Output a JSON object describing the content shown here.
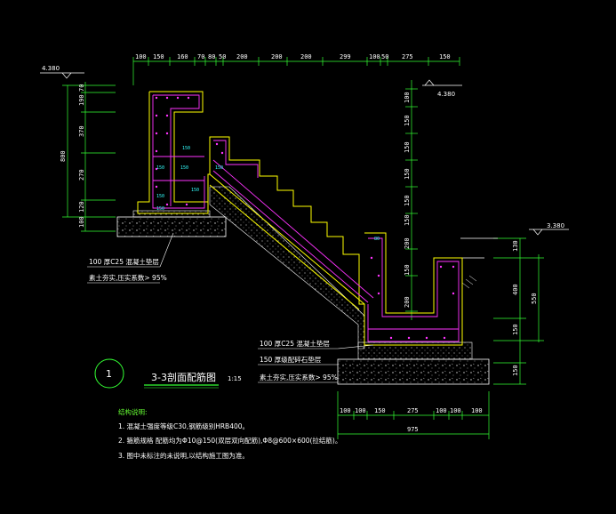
{
  "elevations": {
    "top_left": "4.380",
    "top_right": "4.380",
    "right_mid": "3.380"
  },
  "top_dims": [
    "100",
    "150",
    "160",
    "70",
    "80",
    "50",
    "200",
    "200",
    "200",
    "299",
    "100",
    "50",
    "275",
    "150"
  ],
  "bottom_dims": [
    "100",
    "100",
    "150",
    "275",
    "100",
    "100",
    "100"
  ],
  "bottom_total": "975",
  "left_dims": [
    "70",
    "190",
    "370",
    "270",
    "120",
    "100"
  ],
  "left_total": "800",
  "right_mid_dims": [
    "100",
    "150",
    "150",
    "150",
    "150",
    "150",
    "200",
    "150",
    "200"
  ],
  "right_dims": [
    "130",
    "400",
    "150",
    "150"
  ],
  "right_total": "550",
  "layer_notes": {
    "left_concrete": "100 厚C25 混凝土垫层",
    "left_soil": "素土夯实,压实系数> 95%",
    "right_concrete": "100 厚C25 混凝土垫层",
    "right_gravel": "150 厚级配碎石垫层",
    "right_soil": "素土夯实,压实系数> 95%"
  },
  "drawing_number": "1",
  "drawing_title": "3-3剖面配筋图",
  "drawing_scale": "1:15",
  "notes_heading": "结构说明:",
  "notes": [
    "1. 混凝土强度等级C30,钢筋级别HRB400。",
    "2. 箍筋规格 配筋均为Φ10@150(双层双向配筋),Φ8@600×600(拉结筋)。",
    "3. 图中未标注的未说明,以结构施工图为准。"
  ],
  "inner_labels": [
    "150",
    "150",
    "150",
    "150",
    "150",
    "150",
    "150",
    "80"
  ],
  "colors": {
    "outline": "#ffff00",
    "rebar": "#ff33ff",
    "dimension": "#33ff33",
    "text": "#ffffff",
    "background": "#000000"
  }
}
